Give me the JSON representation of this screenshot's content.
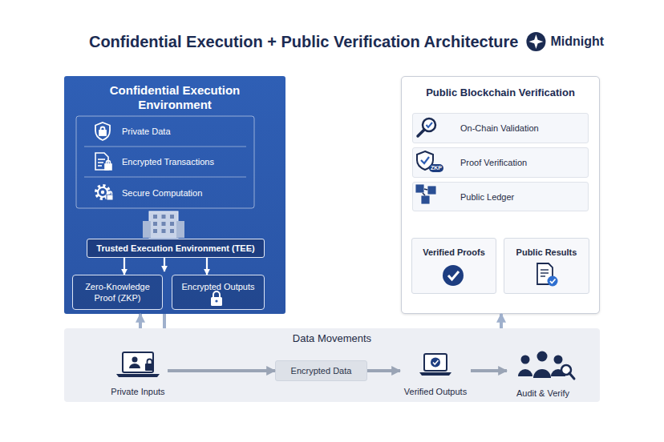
{
  "diagram": {
    "title": "Confidential Execution + Public Verification Architecture",
    "nodes": [
      {
        "text": [
          "Confidential Execution Environment"
        ]
      },
      {
        "text": [
          "Private Data"
        ],
        "in": 0
      },
      {
        "text": [
          "Encrypted Transactions"
        ],
        "in": 0
      },
      {
        "text": [
          "Secure Computation"
        ],
        "in": 0
      },
      {
        "text": [
          "Trusted Execution Environment (TEE)"
        ],
        "in": 0
      },
      {
        "text": [
          "Zero-Knowledge Proof (ZKP)"
        ],
        "in": 0
      },
      {
        "text": [
          "Encrypted Outputs"
        ],
        "in": 0
      },
      {
        "text": [
          "Public Blockchain Verification"
        ]
      },
      {
        "text": [
          "On-Chain Validation"
        ],
        "in": 7
      },
      {
        "text": [
          "Proof Verification"
        ],
        "in": 7
      },
      {
        "text": [
          "Public Ledger"
        ],
        "in": 7
      },
      {
        "text": [
          "Verified Proofs"
        ],
        "in": 7
      },
      {
        "text": [
          "Public Results"
        ],
        "in": 7
      },
      {
        "text": [
          "Data Movements"
        ]
      },
      {
        "text": [
          "Private Inputs"
        ],
        "in": 13
      },
      {
        "text": [
          "Encrypted Data"
        ],
        "in": 13
      },
      {
        "text": [
          "Verified Outputs"
        ],
        "in": 13
      },
      {
        "text": [
          "Audit & Verify"
        ],
        "in": 13
      }
    ],
    "edges": [
      {
        "from": 4,
        "to": 5,
        "arrow": "to"
      },
      {
        "from": 4,
        "to": 6,
        "arrow": "to"
      },
      {
        "from": 13,
        "to": 0,
        "arrow": "to"
      },
      {
        "from": 0,
        "to": 13,
        "arrow": "none"
      },
      {
        "from": 13,
        "to": 7,
        "arrow": "to"
      },
      {
        "from": 14,
        "to": 15,
        "arrow": "to"
      },
      {
        "from": 15,
        "to": 16,
        "arrow": "to"
      },
      {
        "from": 16,
        "to": 17,
        "arrow": "to"
      }
    ],
    "labels": [
      "Midnight",
      "ZKP"
    ]
  }
}
